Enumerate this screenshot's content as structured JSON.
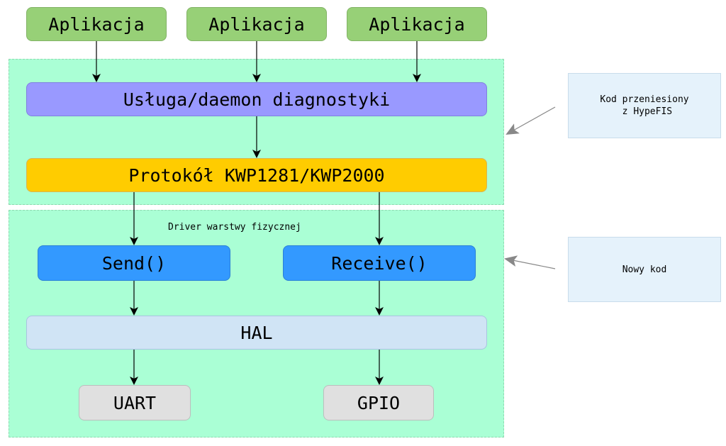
{
  "apps": [
    "Aplikacja",
    "Aplikacja",
    "Aplikacja"
  ],
  "service": "Usługa/daemon diagnostyki",
  "protocol": "Protokół KWP1281/KWP2000",
  "driver_label": "Driver warstwy fizycznej",
  "send": "Send()",
  "receive": "Receive()",
  "hal": "HAL",
  "uart": "UART",
  "gpio": "GPIO",
  "note_ported": "Kod przeniesiony\n z HypeFIS",
  "note_new": "Nowy kod",
  "colors": {
    "app_fill": "#97d077",
    "app_border": "#82b366",
    "service_fill": "#9999ff",
    "protocol_fill": "#ffcc00",
    "send_receive_fill": "#3399ff",
    "hal_fill": "#d0e4f5",
    "hw_fill": "#e0e0e0",
    "region_fill": "#aaffd5",
    "note_fill": "#e5f2fb"
  }
}
